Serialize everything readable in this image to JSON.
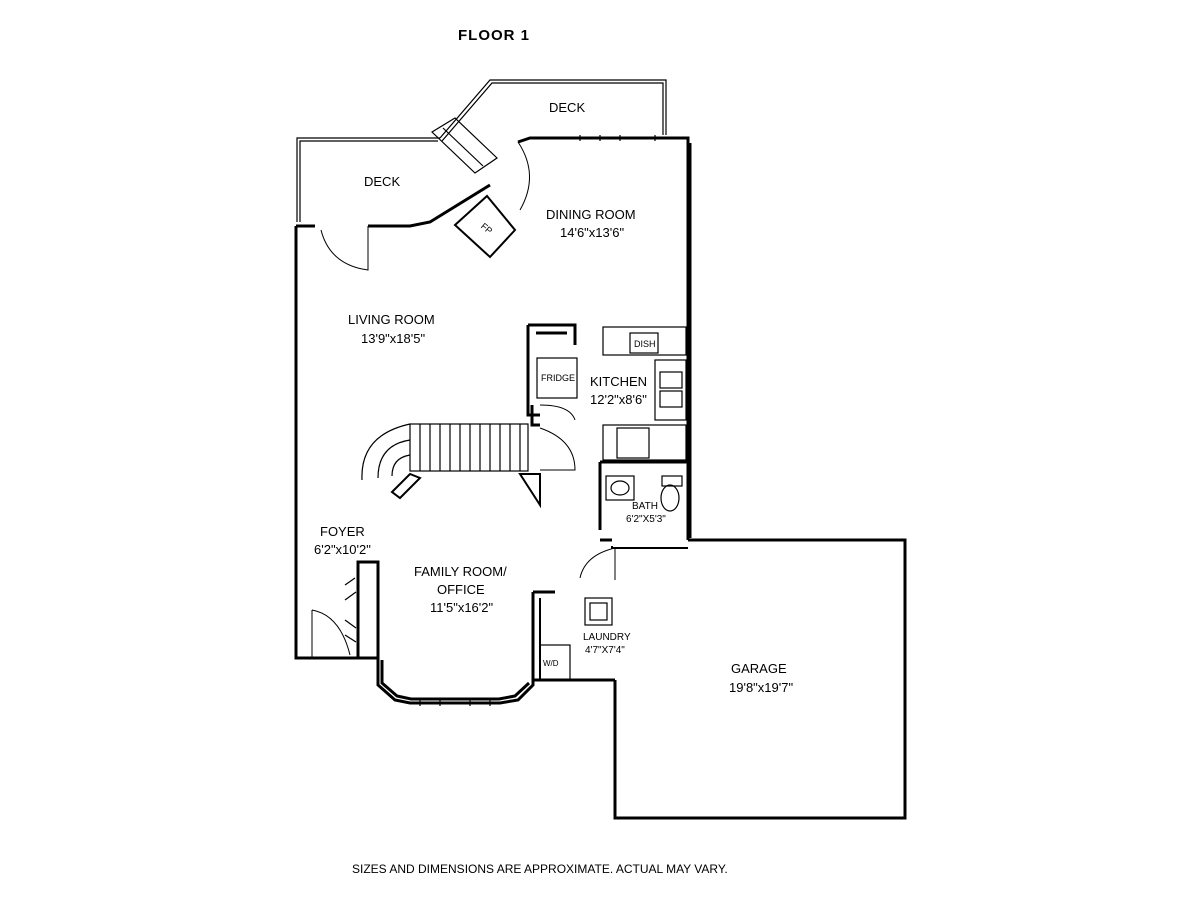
{
  "title": "FLOOR 1",
  "rooms": {
    "deck_top": {
      "name": "DECK"
    },
    "deck_left": {
      "name": "DECK"
    },
    "dining": {
      "name": "DINING ROOM",
      "dims": "14'6\"x13'6\""
    },
    "living": {
      "name": "LIVING ROOM",
      "dims": "13'9\"x18'5\""
    },
    "kitchen": {
      "name": "KITCHEN",
      "dims": "12'2\"x8'6\""
    },
    "bath": {
      "name": "BATH",
      "dims": "6'2\"X5'3\""
    },
    "foyer": {
      "name": "FOYER",
      "dims": "6'2\"x10'2\""
    },
    "family": {
      "name": "FAMILY ROOM/",
      "name2": "OFFICE",
      "dims": "11'5\"x16'2\""
    },
    "laundry": {
      "name": "LAUNDRY",
      "dims": "4'7\"X7'4\""
    },
    "garage": {
      "name": "GARAGE",
      "dims": "19'8\"x19'7\""
    }
  },
  "fixtures": {
    "dish": "DISH",
    "fridge": "FRIDGE",
    "fireplace": "FP",
    "washer_dryer": "W/D"
  },
  "footer": "SIZES AND DIMENSIONS ARE APPROXIMATE. ACTUAL MAY VARY."
}
